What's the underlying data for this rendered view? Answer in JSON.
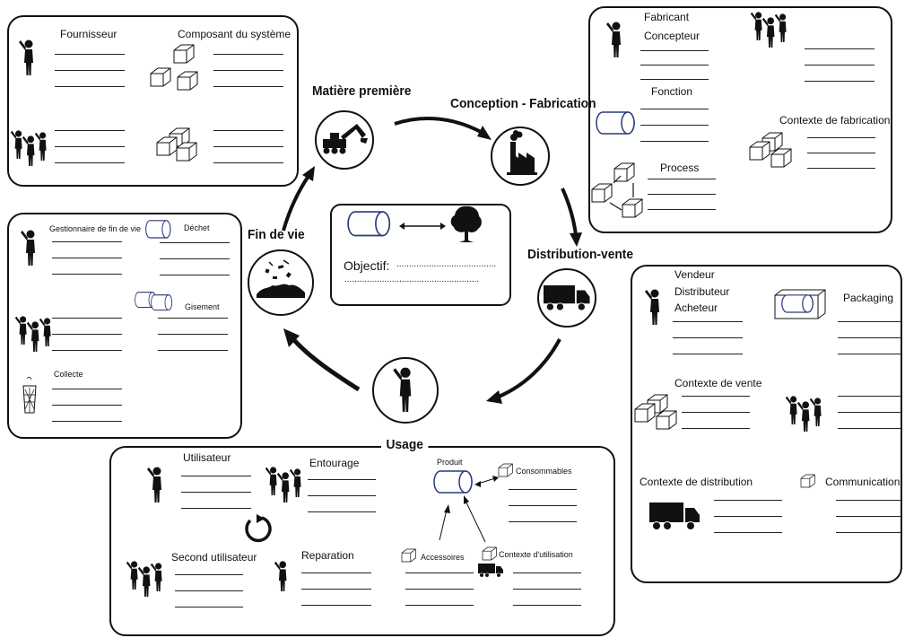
{
  "stages": {
    "matiere": "Matière première",
    "conception": "Conception - Fabrication",
    "distribution": "Distribution-vente",
    "usage": "Usage",
    "fin": "Fin de vie"
  },
  "center": {
    "objectif": "Objectif:",
    "dots1": "........................................",
    "dots2": "......................................................"
  },
  "box_matiere": {
    "fournisseur": "Fournisseur",
    "composant": "Composant du système"
  },
  "box_conception": {
    "fabricant": "Fabricant",
    "concepteur": "Concepteur",
    "fonction": "Fonction",
    "contexte_fab": "Contexte de fabrication",
    "process": "Process"
  },
  "box_distribution": {
    "vendeur": "Vendeur",
    "distributeur": "Distributeur",
    "acheteur": "Acheteur",
    "packaging": "Packaging",
    "contexte_vente": "Contexte de vente",
    "contexte_distribution": "Contexte de distribution",
    "communication": "Communication"
  },
  "box_usage": {
    "utilisateur": "Utilisateur",
    "entourage": "Entourage",
    "produit": "Produit",
    "consommables": "Consommables",
    "second": "Second utilisateur",
    "reparation": "Reparation",
    "accessoires": "Accessoires",
    "contexte_util": "Contexte d'utilisation"
  },
  "box_fin": {
    "gestionnaire": "Gestionnaire de fin de vie",
    "dechet": "Déchet",
    "gisement": "Gisement",
    "collecte": "Collecte"
  }
}
